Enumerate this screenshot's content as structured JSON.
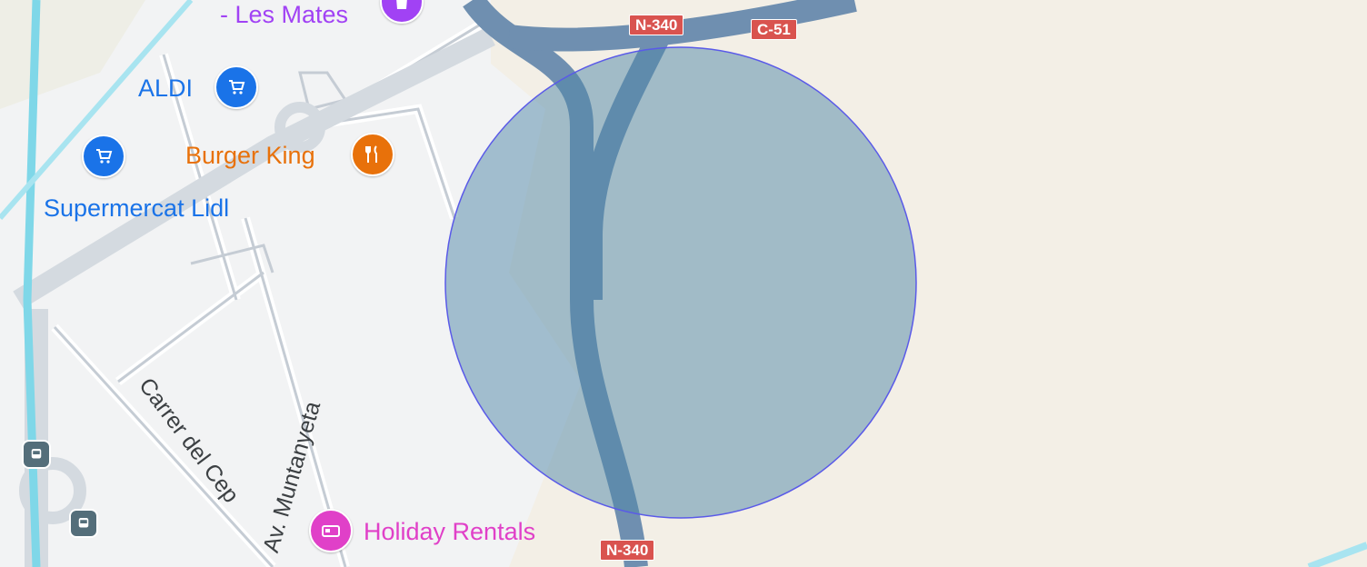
{
  "map": {
    "colors": {
      "land_rural": "#f3efe6",
      "urban": "#f2f3f4",
      "road": "#c5ccd4",
      "highway": "#6f8fb0",
      "water": "#7fd7e8",
      "circle_fill": "#4f87a8",
      "circle_stroke": "#5a5ae8",
      "shield": "#d9534f"
    },
    "pois": [
      {
        "label": "- Les Mates",
        "icon": "shopping-bag-icon",
        "color": "#a142f4"
      },
      {
        "label": "ALDI",
        "icon": "shopping-cart-icon",
        "color": "#1a73e8"
      },
      {
        "label": "Burger King",
        "icon": "fork-knife-icon",
        "color": "#e8710a"
      },
      {
        "label": "Supermercat Lidl",
        "icon": "shopping-cart-icon",
        "color": "#1a73e8"
      },
      {
        "label": "Holiday Rentals",
        "icon": "bed-icon",
        "color": "#e040c8"
      }
    ],
    "road_shields": [
      "N-340",
      "C-51",
      "N-340"
    ],
    "streets": [
      "Carrer del Cep",
      "Av. Muntanyeta"
    ],
    "transit_icons": [
      "bus-stop-icon",
      "bus-stop-icon"
    ]
  }
}
